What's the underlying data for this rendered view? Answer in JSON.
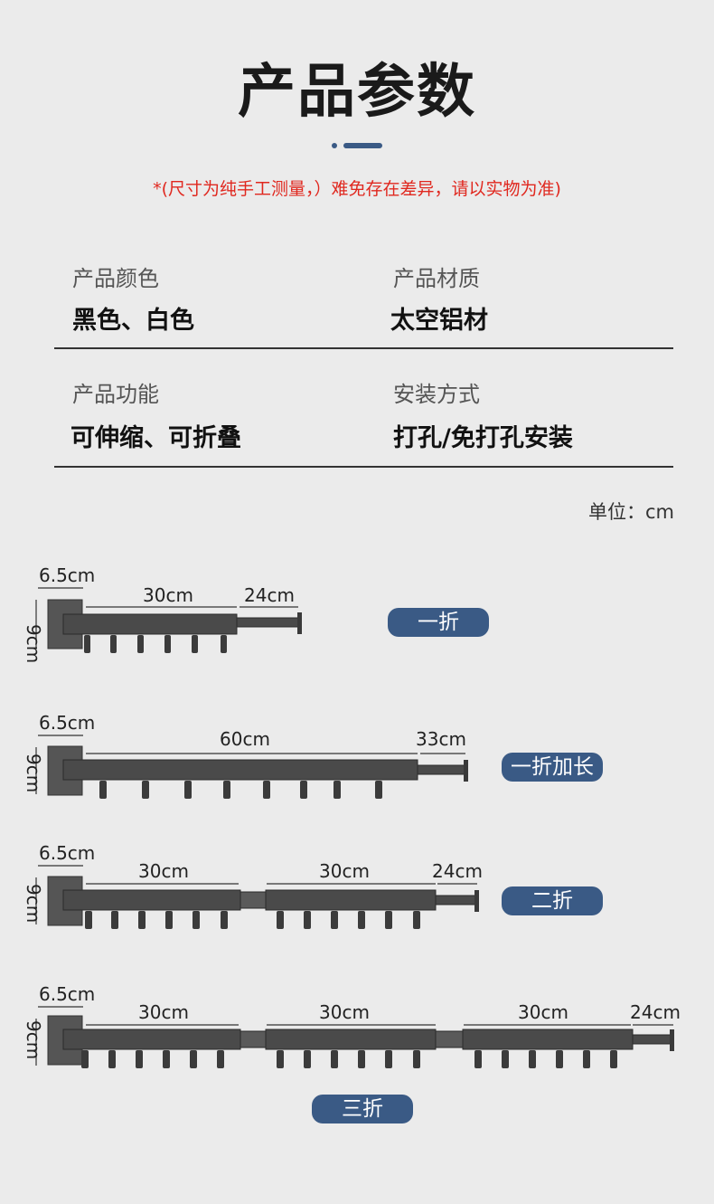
{
  "title": "产品参数",
  "note": "*(尺寸为纯手工测量，）难免存在差异，请以实物为准)",
  "specs": [
    {
      "label": "产品颜色",
      "value": "黑色、白色"
    },
    {
      "label": "产品材质",
      "value": "太空铝材"
    },
    {
      "label": "产品功能",
      "value": "可伸缩、可折叠"
    },
    {
      "label": "安装方式",
      "value": "打孔/免打孔安装"
    }
  ],
  "unit": "单位：cm",
  "colors": {
    "accent": "#3a5a85",
    "note": "#e0281f",
    "bar": "#4a4a4a",
    "background": "#ebebeb"
  },
  "diagrams": [
    {
      "badge": "一折",
      "height": "9cm",
      "mount": "6.5cm",
      "segments": [
        "30cm"
      ],
      "extension": "24cm"
    },
    {
      "badge": "一折加长",
      "height": "9cm",
      "mount": "6.5cm",
      "segments": [
        "60cm"
      ],
      "extension": "33cm"
    },
    {
      "badge": "二折",
      "height": "9cm",
      "mount": "6.5cm",
      "segments": [
        "30cm",
        "30cm"
      ],
      "extension": "24cm"
    },
    {
      "badge": "三折",
      "height": "9cm",
      "mount": "6.5cm",
      "segments": [
        "30cm",
        "30cm",
        "30cm"
      ],
      "extension": "24cm"
    }
  ]
}
